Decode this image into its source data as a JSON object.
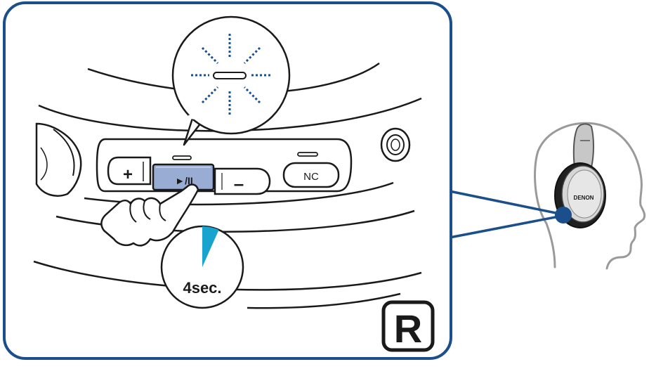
{
  "buttons": {
    "plus": "+",
    "play_pause": "►/II",
    "minus": "–",
    "nc": "NC"
  },
  "brand": "DENON",
  "timer": {
    "label": "4sec.",
    "fraction_of_circle": 0.0667
  },
  "badge": "R",
  "colors": {
    "frame": "#1b4f8c",
    "accent_cyan": "#19a4cf",
    "button_highlight": "#98acd4",
    "led_dots": "#1b4f8c",
    "head_outline": "#9a9a9a",
    "ink": "#1a1a1a"
  }
}
